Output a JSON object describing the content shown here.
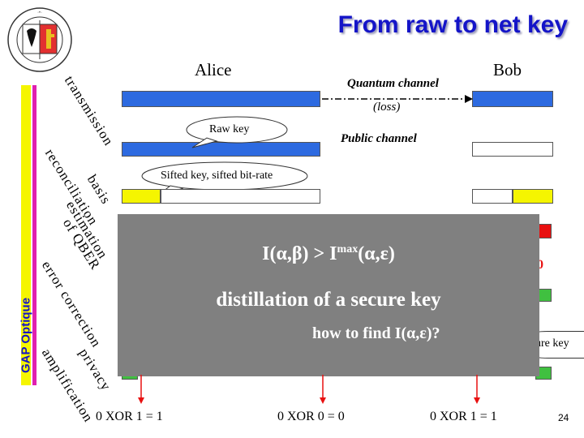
{
  "title": "From raw to net key",
  "side_label": "GAP Optique",
  "alice": "Alice",
  "bob": "Bob",
  "quantum_channel": "Quantum channel",
  "loss": "(loss)",
  "public_channel": "Public channel",
  "raw_key": "Raw key",
  "sifted_key": "Sifted key, sifted bit-rate",
  "steps": {
    "transmission": "transmission",
    "reconciliation": "reconciliation",
    "basis": "basis",
    "estimation": "estimation",
    "of_qber": "of QBER",
    "error_correction": "error correction",
    "privacy": "privacy",
    "amplification": "amplification"
  },
  "overlay": {
    "condition": "I(α,β) > Imax(α,ε)",
    "condition_main": "I(α,β) > I",
    "condition_sup": "max",
    "condition_tail": "(α,ε)",
    "distillation": "distillation of a secure key",
    "question": "how to find I(α,ε)?"
  },
  "right_edge": {
    "zero": "0",
    "secure_key": "ure key"
  },
  "xor": {
    "left": "0  XOR 1 = 1",
    "middle": "0  XOR 0 = 0",
    "right": "0  XOR 1 = 1"
  },
  "page_number": "24",
  "colors": {
    "title": "#1414c8",
    "blue_bar": "#2d6ae0",
    "yellow_bar": "#f5f500",
    "red_bar": "#e81010",
    "green_bar": "#40c040",
    "arrow": "#e81010"
  }
}
